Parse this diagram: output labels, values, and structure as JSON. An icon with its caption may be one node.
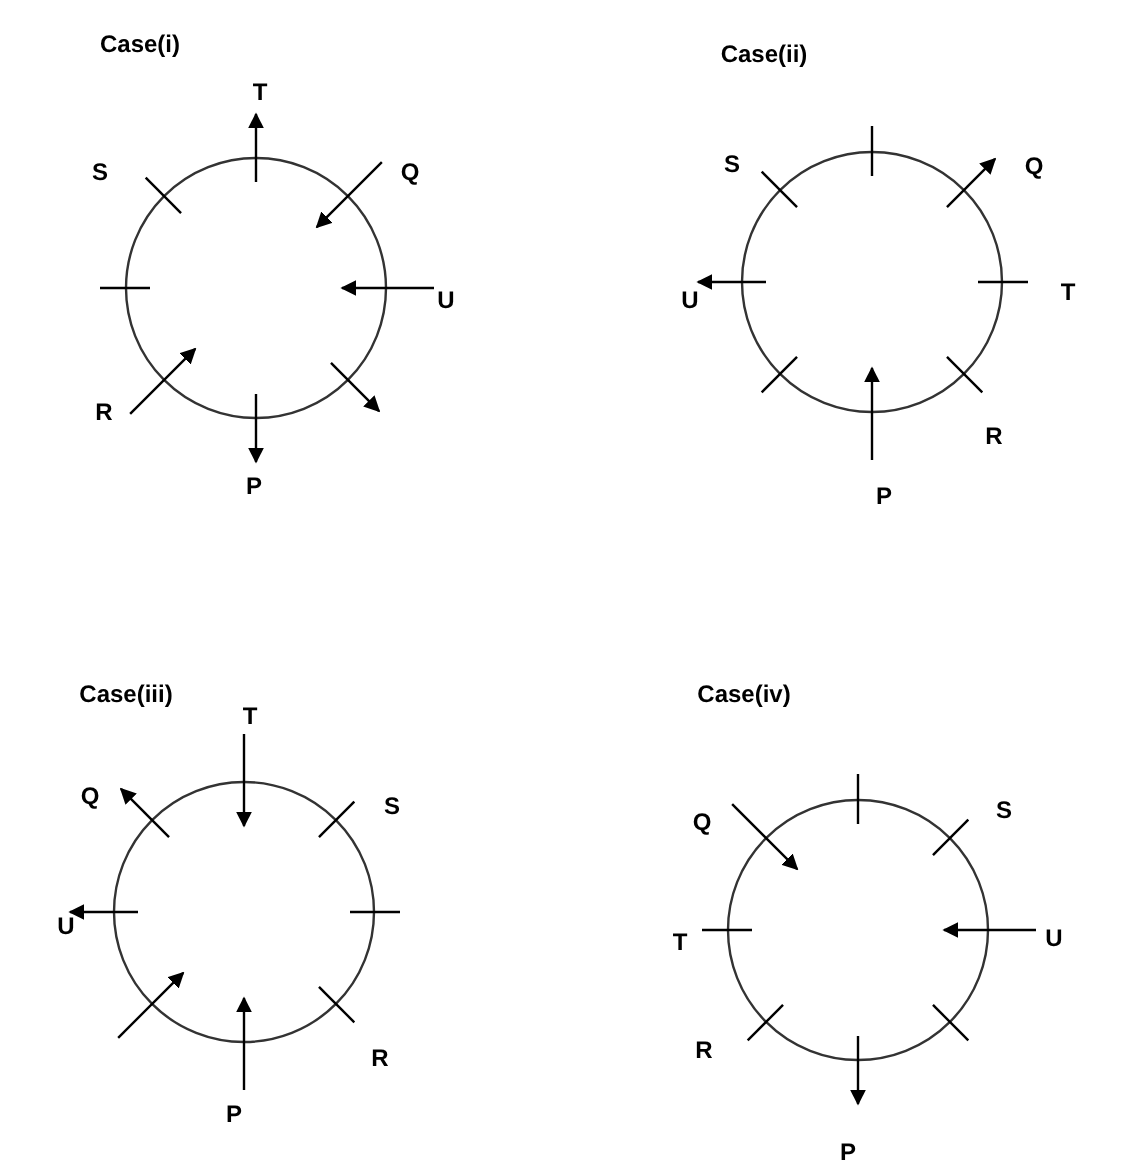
{
  "diagram": {
    "nodes": [
      {
        "text": [
          "Case(i)"
        ],
        "beside": [
          "T",
          "S",
          "Q",
          "U",
          "R",
          "P"
        ]
      },
      {
        "text": [
          "Case(ii)"
        ],
        "beside": [
          "S",
          "Q",
          "U",
          "T",
          "R",
          "P"
        ]
      },
      {
        "text": [
          "Case(iii)"
        ],
        "beside": [
          "T",
          "Q",
          "S",
          "U",
          "R",
          "P"
        ]
      },
      {
        "text": [
          "Case(iv)"
        ],
        "beside": [
          "Q",
          "S",
          "T",
          "U",
          "R",
          "P"
        ]
      }
    ]
  }
}
